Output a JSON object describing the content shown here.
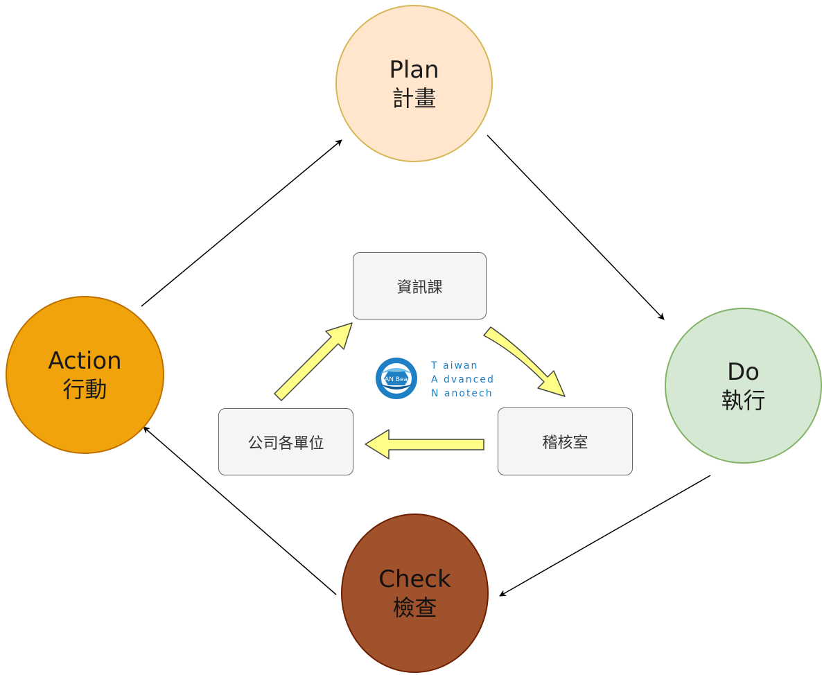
{
  "nodes": {
    "plan": {
      "en": "Plan",
      "zh": "計畫"
    },
    "do": {
      "en": "Do",
      "zh": "執行"
    },
    "check": {
      "en": "Check",
      "zh": "檢查"
    },
    "action": {
      "en": "Action",
      "zh": "行動"
    }
  },
  "boxes": {
    "info": "資訊課",
    "audit": "稽核室",
    "units": "公司各單位"
  },
  "logo": {
    "badge": "TAN Bead",
    "line1": "T aiwan",
    "line2": "A dvanced",
    "line3": "N anotech"
  },
  "colors": {
    "plan_fill": "#ffe6cc",
    "do_fill": "#d5e8d4",
    "check_fill": "#a0522d",
    "action_fill": "#f0a30a",
    "inner_arrow_fill": "#ffff88",
    "logo_blue": "#1f7fc4"
  }
}
